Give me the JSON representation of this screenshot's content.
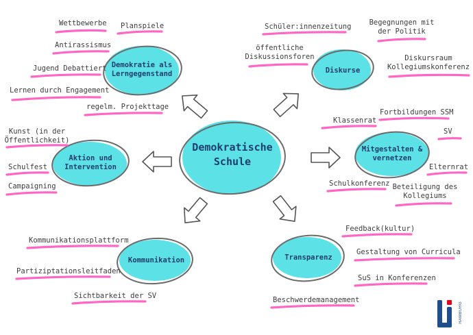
{
  "center": {
    "line1": "Demokratische",
    "line2": "Schule"
  },
  "nodes": {
    "demokratie": {
      "line1": "Demokratie als",
      "line2": "Lerngegenstand"
    },
    "diskurse": {
      "label": "Diskurse"
    },
    "aktion": {
      "line1": "Aktion und",
      "line2": "Intervention"
    },
    "mitgestalten": {
      "line1": "Mitgestalten &",
      "line2": "vernetzen"
    },
    "kommunikation": {
      "label": "Kommunikation"
    },
    "transparenz": {
      "label": "Transparenz"
    }
  },
  "labels": {
    "wettbewerbe": "Wettbewerbe",
    "planspiele": "Planspiele",
    "antirassismus": "Antirassismus",
    "jugend_debattiert": "Jugend Debattiert",
    "lernen_engagement": "Lernen durch Engagement",
    "projekttage": "regelm. Projekttage",
    "schuelerzeitung": "Schüler:innenzeitung",
    "begegnungen_1": "Begegnungen mit",
    "begegnungen_2": "der Politik",
    "diskussionsforen_1": "öffentliche",
    "diskussionsforen_2": "Diskussionsforen",
    "diskursraum_1": "Diskursraum",
    "diskursraum_2": "Kollegiumskonferenz",
    "kunst_1": "Kunst (in der",
    "kunst_2": "Öffentlichkeit)",
    "schulfest": "Schulfest",
    "campaigning": "Campaigning",
    "klassenrat": "Klassenrat",
    "fortbildungen": "Fortbildungen SSM",
    "sv": "SV",
    "elternrat": "Elternrat",
    "schulkonferenz": "Schulkonferenz",
    "beteiligung_1": "Beteiligung des",
    "beteiligung_2": "Kollegiums",
    "kommunikationsplattform": "Kommunikationsplattform",
    "partizipationsleitfaden": "Partiziptationsleitfaden",
    "sichtbarkeit": "Sichtbarkeit der SV",
    "feedback": "Feedback(kultur)",
    "curricula": "Gestaltung von Curricula",
    "sus_konferenzen": "SuS in Konferenzen",
    "beschwerde": "Beschwerdemanagement"
  },
  "logo": {
    "text": "HAMBURG"
  },
  "colors": {
    "bubble": "#5ce1e6",
    "outline": "#6b6b6b",
    "underline": "#ff66c4",
    "arrow": "#ffffff",
    "text": "#1e3f6e"
  }
}
